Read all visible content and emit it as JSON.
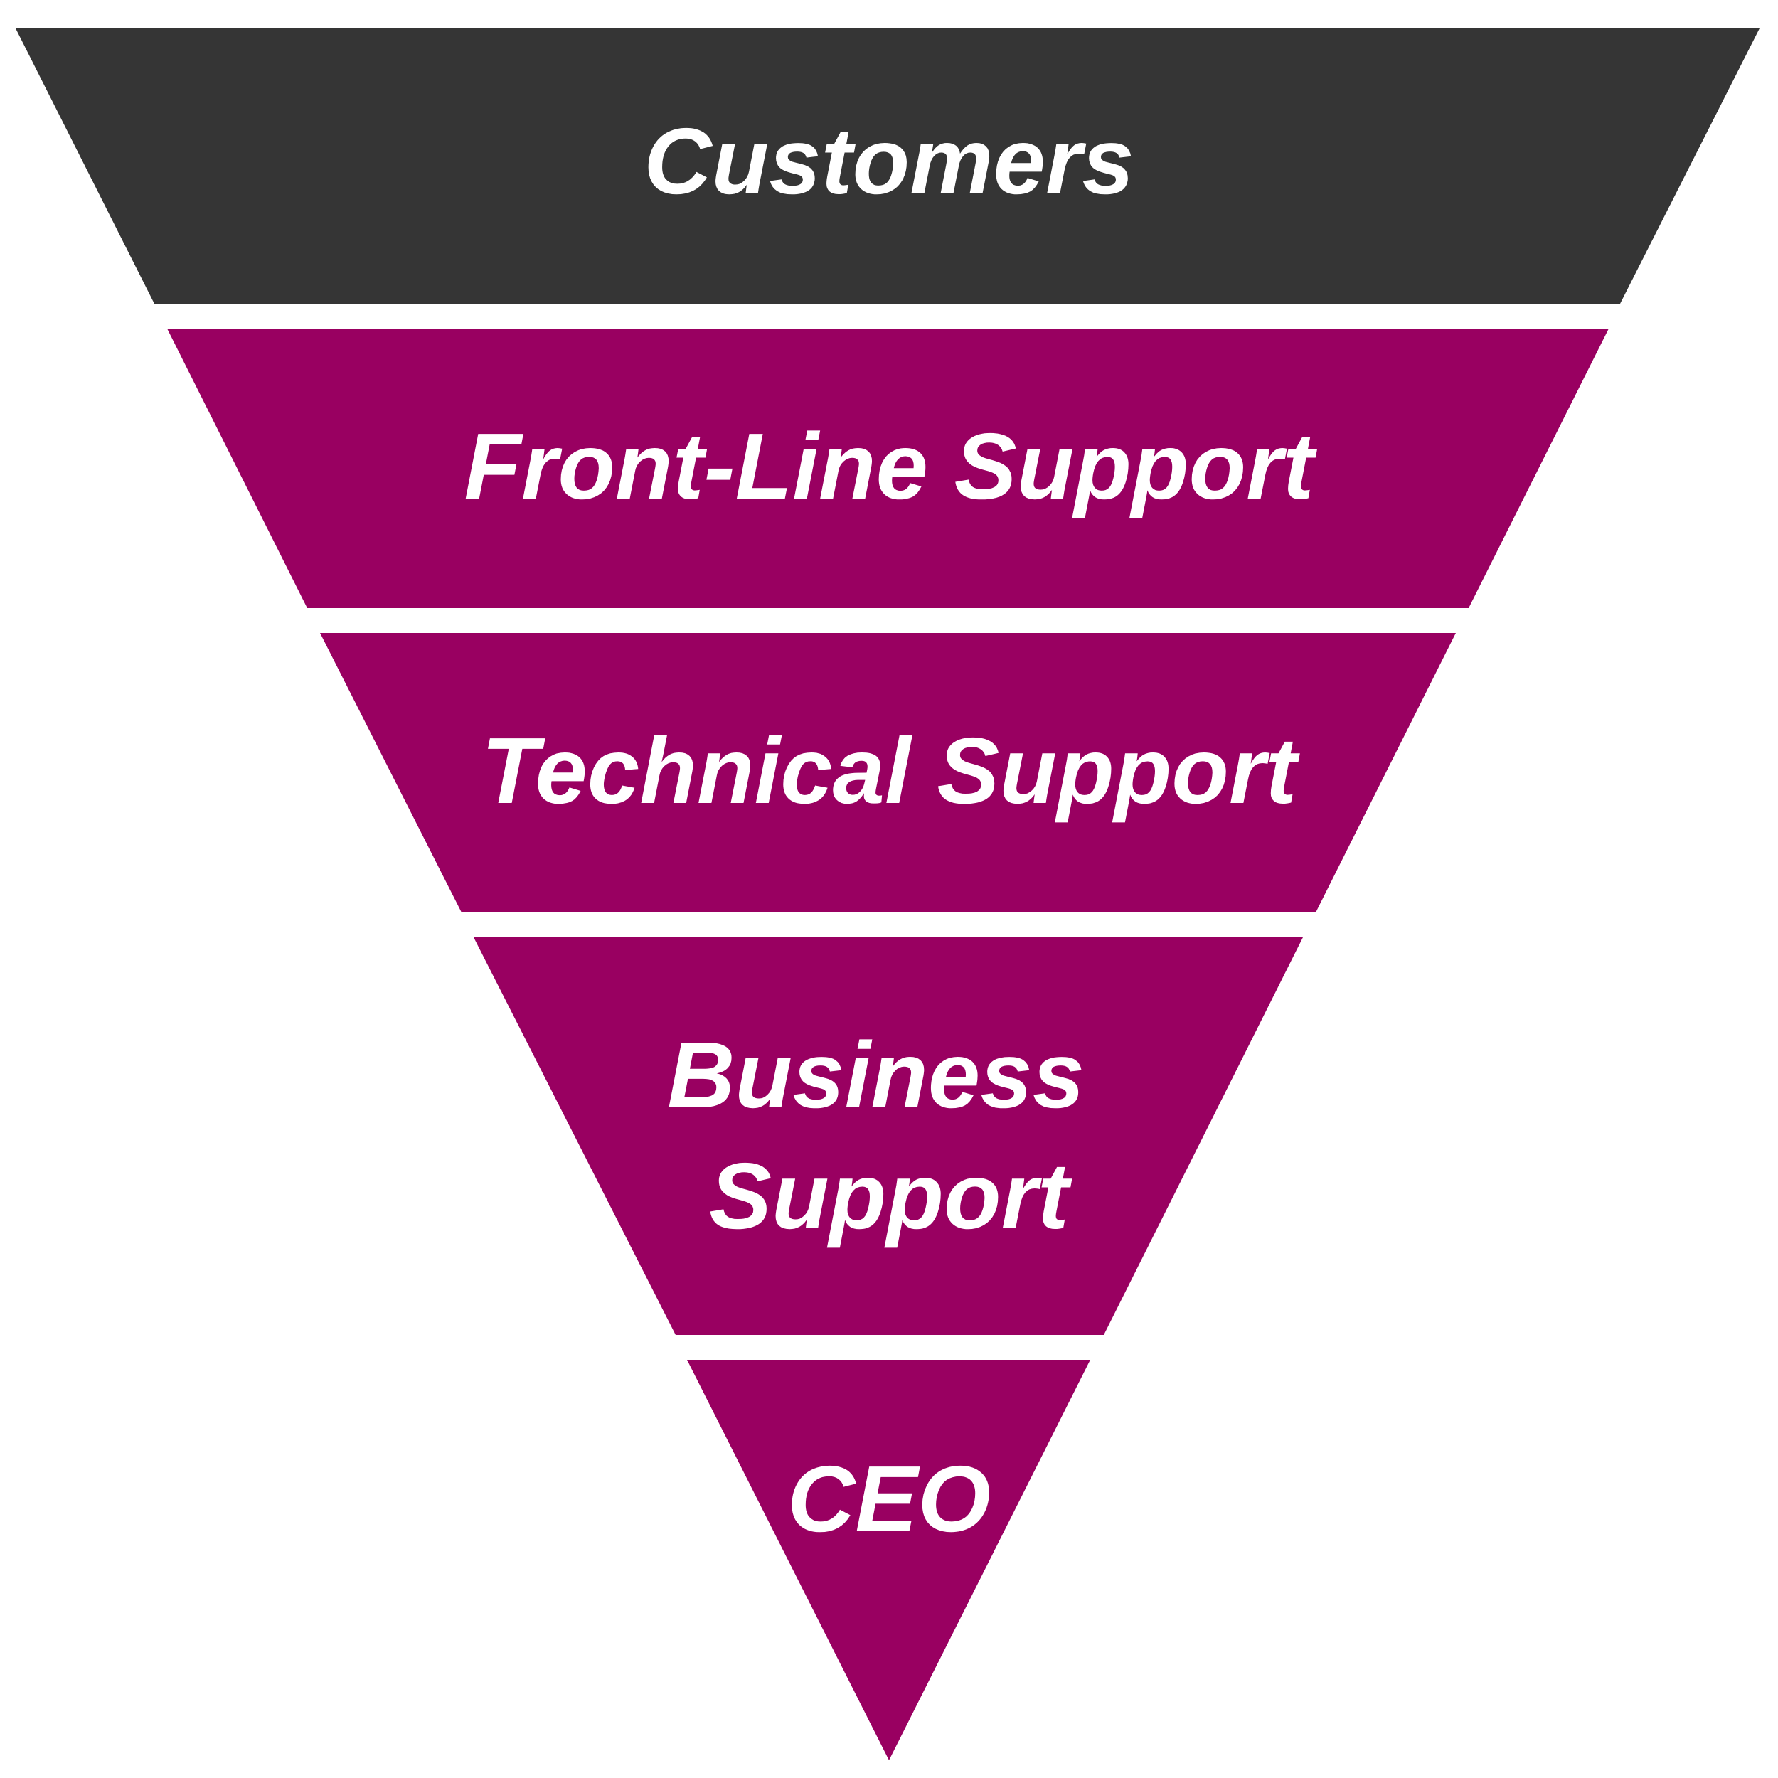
{
  "colors": {
    "background": "#ffffff",
    "top_tier": "#353535",
    "lower_tiers": "#990061",
    "label_text": "#ffffff"
  },
  "pyramid": {
    "tiers": [
      {
        "lines": [
          "Customers"
        ],
        "color": "#353535"
      },
      {
        "lines": [
          "Front-Line Support"
        ],
        "color": "#990061"
      },
      {
        "lines": [
          "Technical Support"
        ],
        "color": "#990061"
      },
      {
        "lines": [
          "Business",
          "Support"
        ],
        "color": "#990061"
      },
      {
        "lines": [
          "CEO"
        ],
        "color": "#990061"
      }
    ]
  }
}
